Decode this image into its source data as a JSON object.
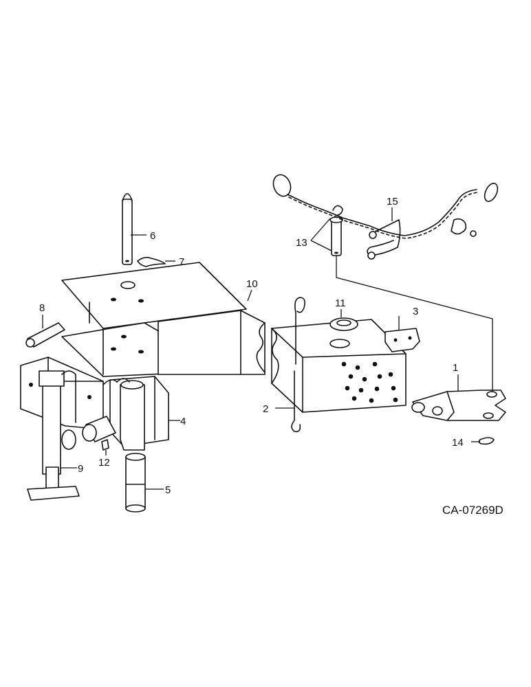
{
  "callouts": {
    "c1": "1",
    "c2": "2",
    "c3": "3",
    "c4": "4",
    "c5": "5",
    "c6": "6",
    "c7": "7",
    "c8": "8",
    "c9": "9",
    "c10": "10",
    "c11": "11",
    "c12": "12",
    "c13": "13",
    "c14": "14",
    "c15": "15"
  },
  "figure_code": "CA-07269D"
}
